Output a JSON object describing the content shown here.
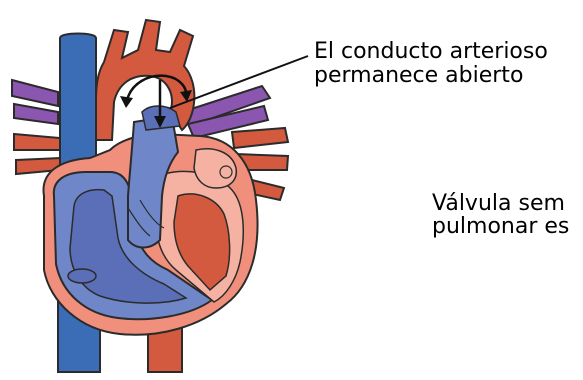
{
  "labels": {
    "ductus_line1": "El conducto arterioso",
    "ductus_line2": "permanece abierto",
    "valve_line1": "Válvula sem",
    "valve_line2": "pulmonar es"
  },
  "colors": {
    "vein_blue": "#3a6db5",
    "chamber_blue": "#6f86c9",
    "chamber_blue_dark": "#5a6fb8",
    "artery_red": "#d35a3e",
    "muscle_salmon": "#f0907c",
    "muscle_light": "#f5b2a2",
    "pulmonary_purple": "#8a56b0",
    "outline": "#2b2b2b"
  },
  "icons": {
    "flow_arrow": "curved-arrow-icon"
  }
}
